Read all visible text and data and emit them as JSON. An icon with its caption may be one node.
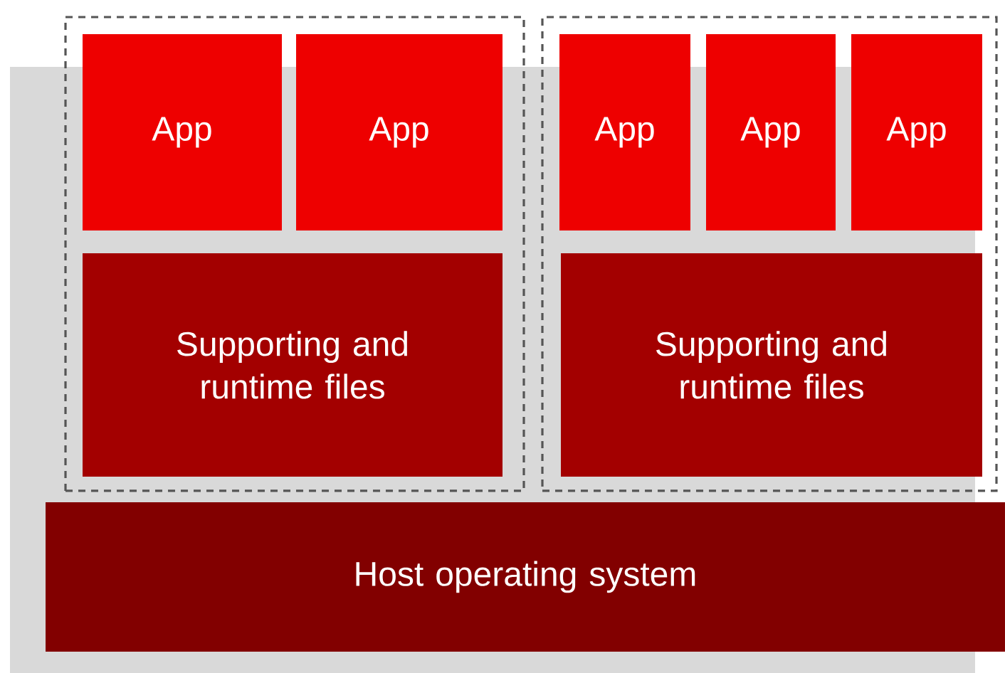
{
  "diagram": {
    "nodes": [
      {
        "text": [],
        "shape": "box"
      },
      {
        "text": [
          "App"
        ],
        "in": 0
      },
      {
        "text": [
          "App"
        ],
        "in": 0
      },
      {
        "text": [
          "Supporting and runtime files"
        ],
        "in": 0
      },
      {
        "text": [],
        "shape": "box"
      },
      {
        "text": [
          "App"
        ],
        "in": 4
      },
      {
        "text": [
          "App"
        ],
        "in": 4
      },
      {
        "text": [
          "App"
        ],
        "in": 4
      },
      {
        "text": [
          "Supporting and runtime files"
        ],
        "in": 4
      },
      {
        "text": [
          "Host operating system"
        ]
      }
    ]
  }
}
